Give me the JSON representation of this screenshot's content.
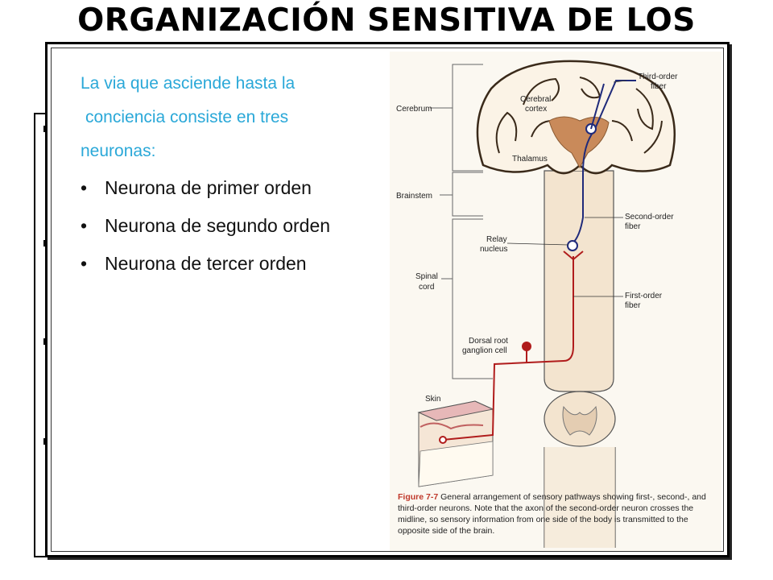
{
  "slide": {
    "title": "ORGANIZACIÓN SENSITIVA DE LOS",
    "intro_lines": [
      "La via que asciende hasta la",
      "conciencia consiste en tres",
      "neuronas:"
    ],
    "bullets": [
      "Neurona de primer orden",
      "Neurona de segundo orden",
      "Neurona de tercer orden"
    ]
  },
  "figure": {
    "labels": {
      "cerebrum": "Cerebrum",
      "brainstem": "Brainstem",
      "spinal_1": "Spinal",
      "spinal_2": "cord",
      "cerebral_1": "Cerebral",
      "cerebral_2": "cortex",
      "thalamus": "Thalamus",
      "third_1": "Third-order",
      "third_2": "fiber",
      "second_1": "Second-order",
      "second_2": "fiber",
      "relay_1": "Relay",
      "relay_2": "nucleus",
      "first_1": "First-order",
      "first_2": "fiber",
      "dorsal_1": "Dorsal root",
      "dorsal_2": "ganglion cell",
      "skin": "Skin"
    },
    "caption": {
      "fig_num": "Figure 7-7",
      "text": "General arrangement of sensory pathways showing first-, second-, and third-order neurons. Note that the axon of the second-order neuron crosses the midline, so sensory information from one side of the body is transmitted to the opposite side of the brain."
    },
    "colors": {
      "first_order": "#b01c1c",
      "second_order": "#1f2a7a",
      "thalamus": "#c98a5a",
      "cord": "#f3e4cf",
      "intro_text": "#2aa8d8"
    }
  }
}
